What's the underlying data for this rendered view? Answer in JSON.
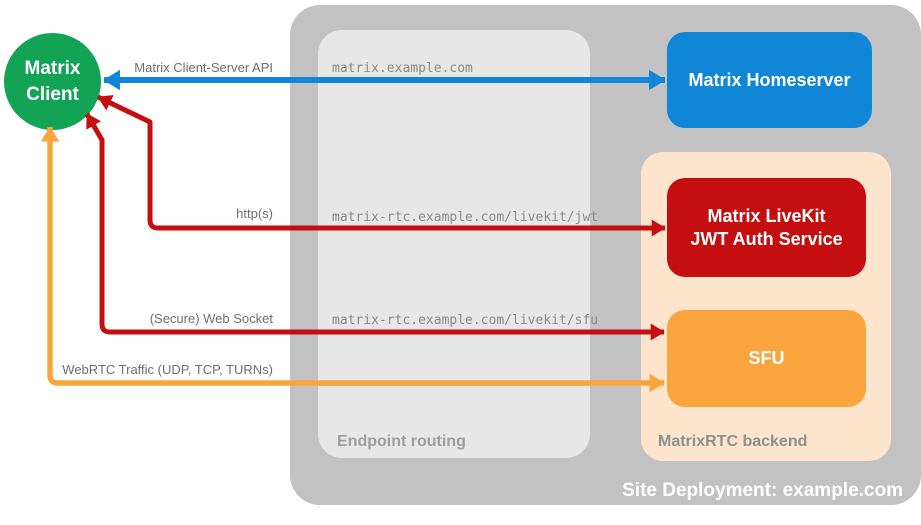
{
  "colors": {
    "blue": "#1086D7",
    "red": "#C40E10",
    "orange": "#FAA43E",
    "green": "#12A355",
    "peach": "#FCE5CC",
    "outer_gray": "#C2C2C2",
    "inner_gray": "#E7E7E7"
  },
  "client": {
    "lines": [
      "Matrix",
      "Client"
    ]
  },
  "homeserver": {
    "label": "Matrix Homeserver"
  },
  "endpoint_routing": {
    "title": "Endpoint routing",
    "endpoints": [
      "matrix.example.com",
      "matrix-rtc.example.com/livekit/jwt",
      "matrix-rtc.example.com/livekit/sfu"
    ]
  },
  "backend": {
    "title": "MatrixRTC backend",
    "services": [
      {
        "lines": [
          "Matrix LiveKit",
          "JWT Auth Service"
        ]
      },
      {
        "lines": [
          "SFU"
        ]
      }
    ]
  },
  "connections": [
    {
      "label": "Matrix Client-Server API"
    },
    {
      "label": "http(s)"
    },
    {
      "label": "(Secure) Web Socket"
    },
    {
      "label": "WebRTC Traffic (UDP, TCP, TURNs)"
    }
  ],
  "site": {
    "label": "Site Deployment: example.com"
  }
}
